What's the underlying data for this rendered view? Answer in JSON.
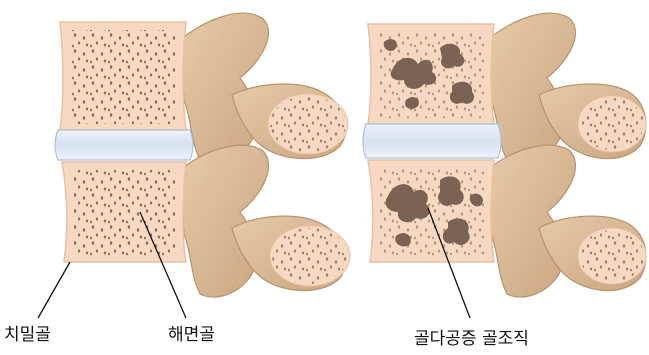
{
  "labels": {
    "compact_bone": "치밀골",
    "spongy_bone": "해면골",
    "osteoporosis_bone": "골다공증 골조직"
  },
  "colors": {
    "bone": "#f7d9c3",
    "bone_edge": "#ecc0a0",
    "process": "#d9ba98",
    "process_edge": "#b8946d",
    "pores": "#8a6f5a",
    "disc": "#dfe7f5",
    "disc_edge": "#aebfdd",
    "cavity": "#7b6252",
    "leader": "#111111"
  }
}
